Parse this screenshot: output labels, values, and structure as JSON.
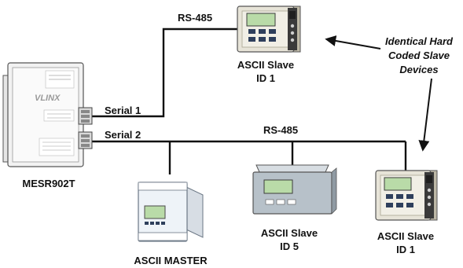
{
  "title": "",
  "gateway": {
    "name": "MESR902T",
    "logo_text": "VLINX",
    "ports": {
      "serial1": "Serial 1",
      "serial2": "Serial 2"
    }
  },
  "buses": {
    "upper": "RS-485",
    "lower": "RS-485"
  },
  "devices": {
    "slave_top": {
      "line1": "ASCII Slave",
      "line2": "ID 1"
    },
    "master": {
      "line1": "ASCII MASTER"
    },
    "scale": {
      "line1": "ASCII Slave",
      "line2": "ID 5"
    },
    "slave_right": {
      "line1": "ASCII Slave",
      "line2": "ID 1"
    }
  },
  "annotation": {
    "lines": [
      "Identical Hard",
      "Coded Slave",
      "Devices"
    ]
  },
  "colors": {
    "wire": "#111111",
    "device_body": "#e7e4d8",
    "device_side": "#bdb8a6",
    "screen": "#b9dba8",
    "keypad": "#2e3f5c",
    "scale_body": "#b7c1c9",
    "scale_pan": "#d7dde2",
    "master_body": "#eef3f8",
    "gateway_body": "#f2f2f2"
  }
}
